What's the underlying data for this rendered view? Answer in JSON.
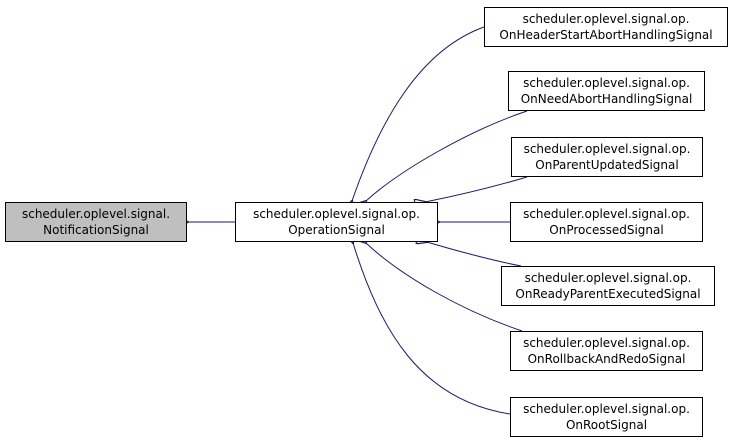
{
  "diagram": {
    "nodes": {
      "notification": {
        "line1": "scheduler.oplevel.signal.",
        "line2": "NotificationSignal"
      },
      "operation": {
        "line1": "scheduler.oplevel.signal.op.",
        "line2": "OperationSignal"
      },
      "children": [
        {
          "line1": "scheduler.oplevel.signal.op.",
          "line2": "OnHeaderStartAbortHandlingSignal"
        },
        {
          "line1": "scheduler.oplevel.signal.op.",
          "line2": "OnNeedAbortHandlingSignal"
        },
        {
          "line1": "scheduler.oplevel.signal.op.",
          "line2": "OnParentUpdatedSignal"
        },
        {
          "line1": "scheduler.oplevel.signal.op.",
          "line2": "OnProcessedSignal"
        },
        {
          "line1": "scheduler.oplevel.signal.op.",
          "line2": "OnReadyParentExecutedSignal"
        },
        {
          "line1": "scheduler.oplevel.signal.op.",
          "line2": "OnRollbackAndRedoSignal"
        },
        {
          "line1": "scheduler.oplevel.signal.op.",
          "line2": "OnRootSignal"
        }
      ]
    },
    "colors": {
      "edge": "#191970",
      "node_border": "#000000",
      "node_fill": "#ffffff",
      "selected_fill": "#bfbfbf"
    }
  }
}
